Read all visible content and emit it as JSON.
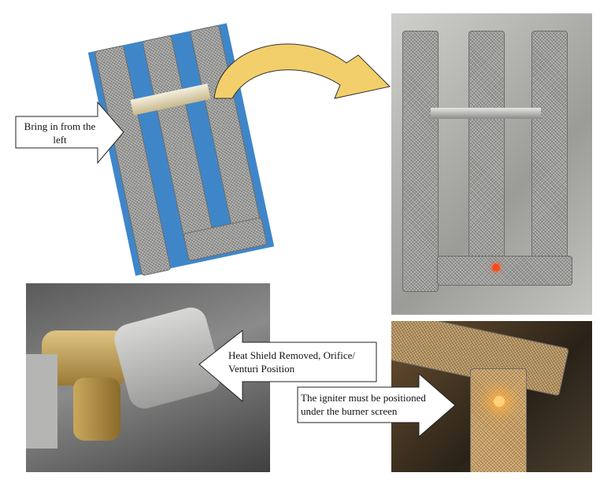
{
  "callouts": {
    "bring_in": "Bring in from the left",
    "heat_shield": "Heat Shield Removed, Orifice/ Venturi Position",
    "igniter": "The igniter must be positioned under the burner screen"
  },
  "colors": {
    "blue_backdrop": "#3f86c9",
    "curved_arrow": "#f2cf6a",
    "metal": "#9a9a98"
  }
}
